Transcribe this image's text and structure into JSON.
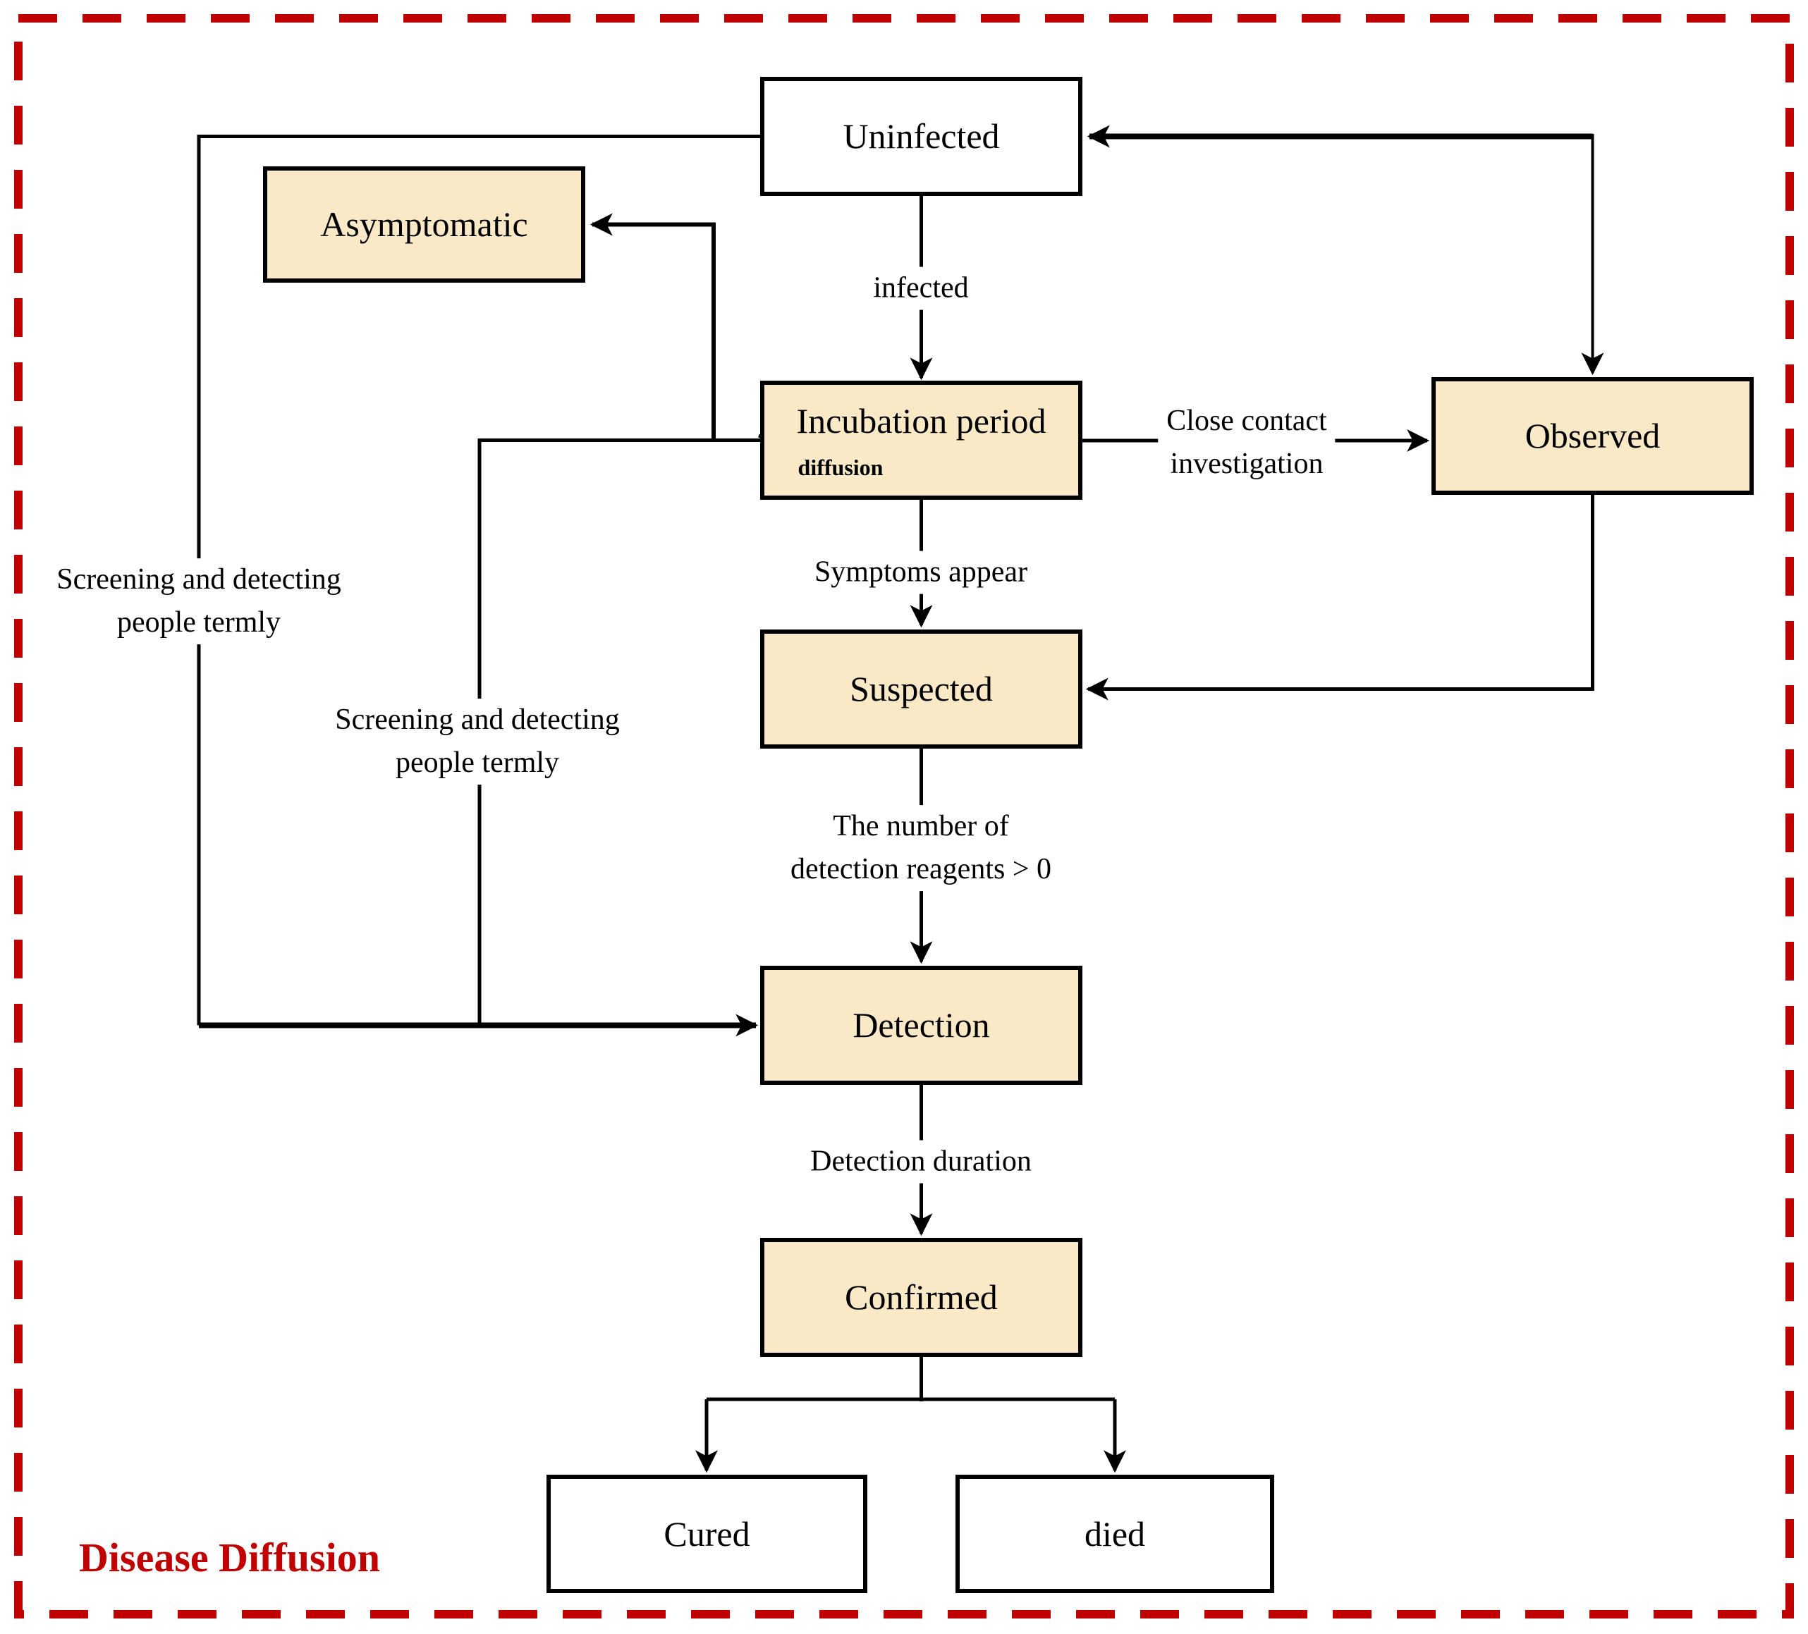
{
  "diagram": {
    "title": "Disease Diffusion",
    "colors": {
      "node_fill": "#FAE9C6",
      "accent_red": "#C00000"
    },
    "nodes": {
      "uninfected": {
        "label": "Uninfected"
      },
      "asymptomatic": {
        "label": "Asymptomatic"
      },
      "incubation": {
        "label": "Incubation period"
      },
      "observed": {
        "label": "Observed"
      },
      "suspected": {
        "label": "Suspected"
      },
      "detection": {
        "label": "Detection"
      },
      "confirmed": {
        "label": "Confirmed"
      },
      "cured": {
        "label": "Cured"
      },
      "died": {
        "label": "died"
      }
    },
    "edge_labels": {
      "infected": "infected",
      "diffusion": "diffusion",
      "close_contact_line1": "Close contact",
      "close_contact_line2": "investigation",
      "symptoms": "Symptoms appear",
      "reagents_line1": "The number of",
      "reagents_line2": "detection reagents > 0",
      "detection_duration": "Detection duration",
      "screening_line1": "Screening and detecting",
      "screening_line2": "people termly"
    }
  }
}
